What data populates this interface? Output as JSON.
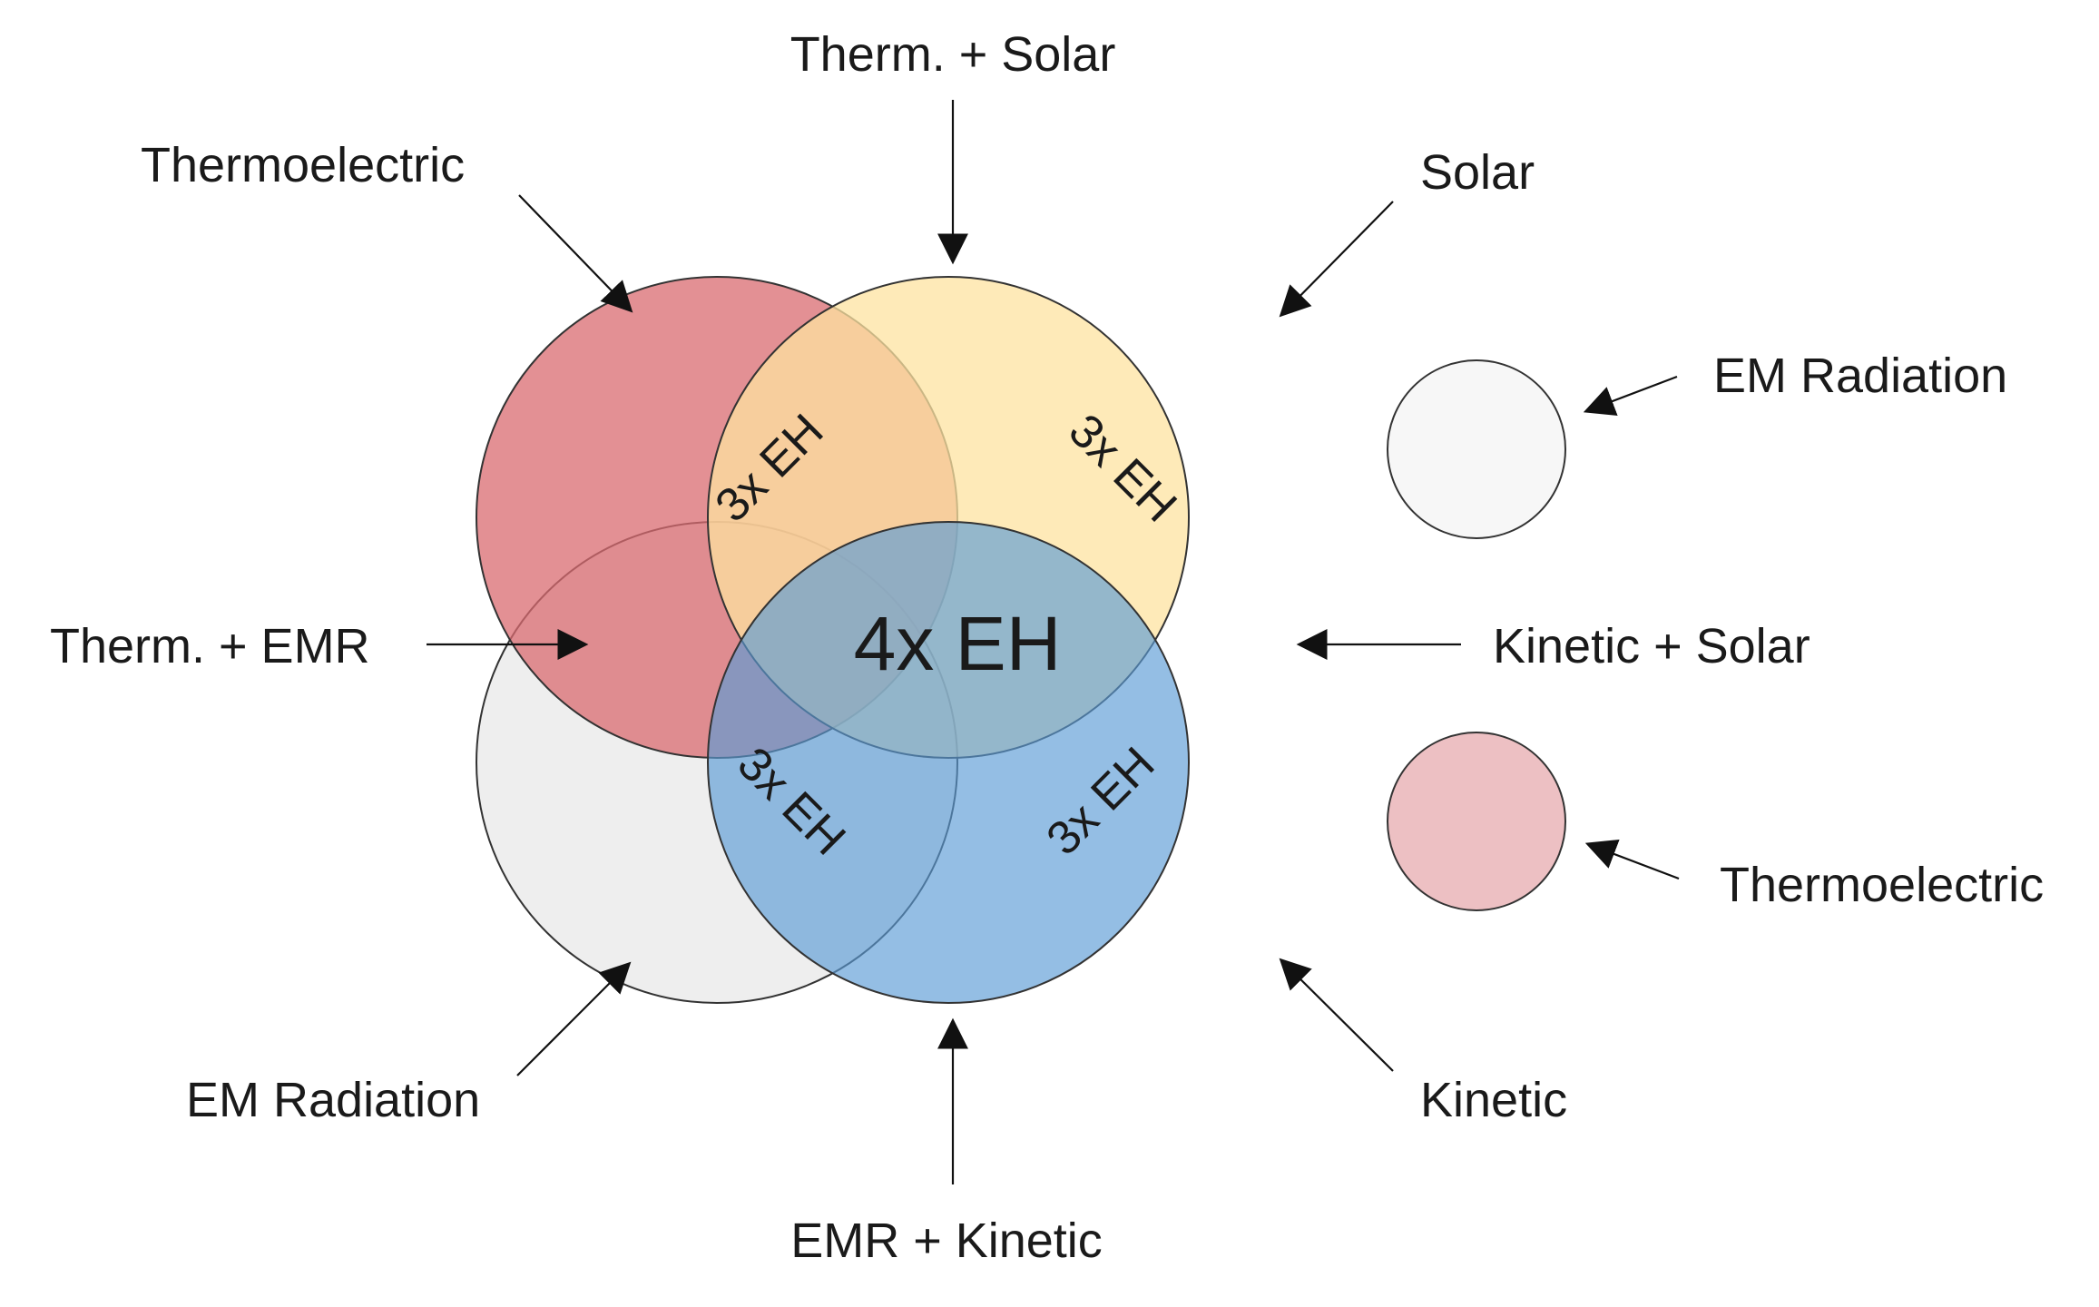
{
  "colors": {
    "thermoelectric": "#DA6B70",
    "solar": "#FDE3A0",
    "em_radiation": "#E8E8E8",
    "kinetic": "#5B9BD5"
  },
  "diagram": {
    "center_label": "4x EH",
    "triple_labels": [
      "3x EH",
      "3x EH",
      "3x EH",
      "3x EH"
    ],
    "outer_labels": {
      "thermoelectric": "Thermoelectric",
      "solar": "Solar",
      "em_radiation": "EM Radiation",
      "kinetic": "Kinetic",
      "therm_solar": "Therm. + Solar",
      "therm_emr": "Therm. + EMR",
      "kinetic_solar": "Kinetic + Solar",
      "emr_kinetic": "EMR + Kinetic"
    },
    "side_circles": {
      "em_radiation": "EM Radiation",
      "thermoelectric": "Thermoelectric"
    }
  }
}
